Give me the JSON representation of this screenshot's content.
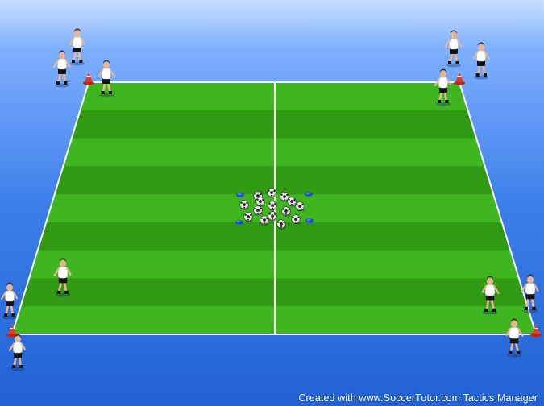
{
  "scene": {
    "name": "soccer-drill-diagram",
    "pitch": {
      "stripe_light": "#3fb51f",
      "stripe_dark": "#2f9a12",
      "line_color": "#ffffff",
      "stripes": 9
    },
    "colors": {
      "sky_top": "#c9dfff",
      "sky_bottom": "#2262d4",
      "shirt": "#ffffff",
      "shorts": "#111111",
      "cone_red": "#e83a1e",
      "cone_blue": "#1d4fd6"
    },
    "player_groups": [
      {
        "id": "top-left",
        "count": 3
      },
      {
        "id": "top-right",
        "count": 3
      },
      {
        "id": "bottom-left",
        "count": 3
      },
      {
        "id": "bottom-right",
        "count": 3
      }
    ],
    "balls_in_center": 15,
    "red_cones": 4,
    "blue_cones": 4
  },
  "watermark": "Created with www.SoccerTutor.com Tactics Manager"
}
